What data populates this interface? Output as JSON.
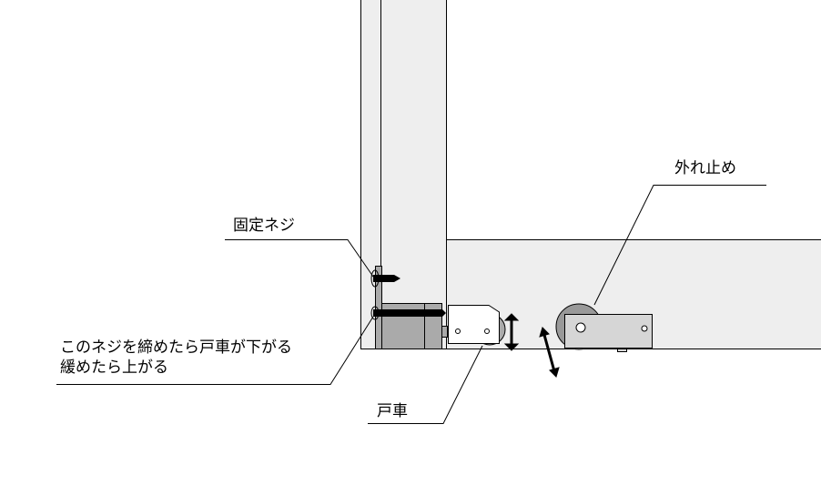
{
  "labels": {
    "fixing_screw": "固定ネジ",
    "adjust_line1": "このネジを締めたら戸車が下がる",
    "adjust_line2": "緩めたら上がる",
    "roller": "戸車",
    "anti_derail": "外れ止め"
  },
  "colors": {
    "frame_fill": "#eeeeee",
    "part_gray": "#aaaaaa",
    "plate_light": "#d6d6d6",
    "wheel_gray": "#999999"
  }
}
